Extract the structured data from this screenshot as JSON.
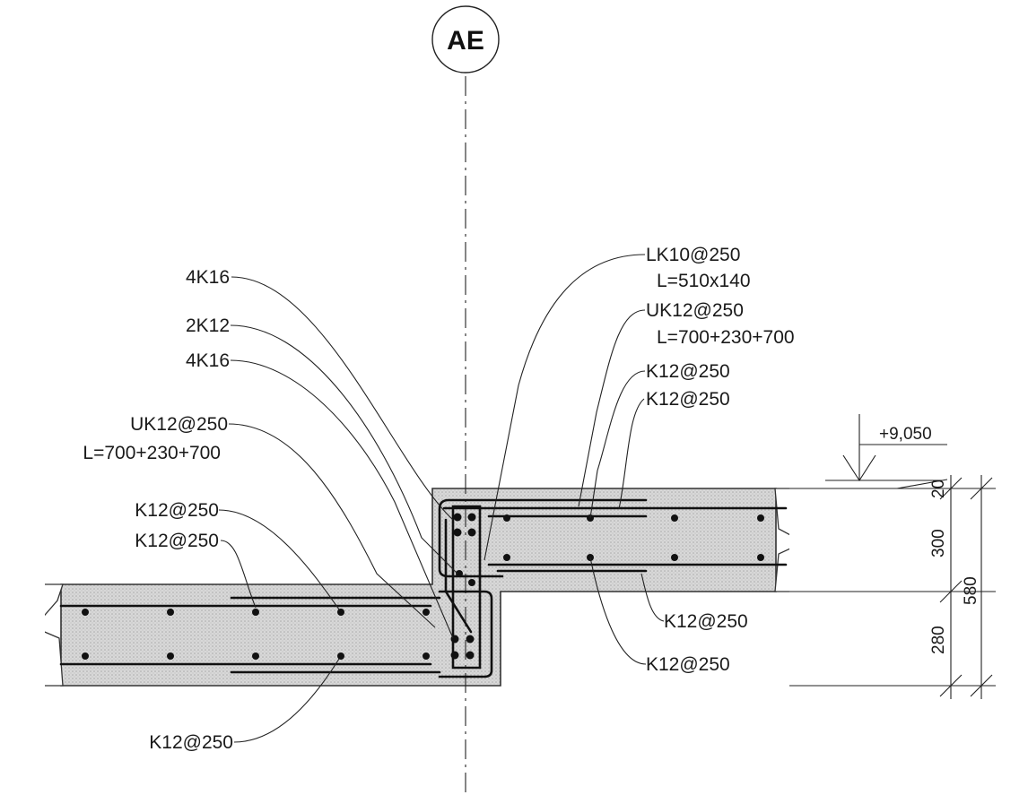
{
  "axis": {
    "label": "AE"
  },
  "labels": {
    "left_4k16_top": "4K16",
    "left_2k12": "2K12",
    "left_4k16_bottom": "4K16",
    "left_uk12": "UK12@250",
    "left_uk12_length": "L=700+230+700",
    "left_k12_a": "K12@250",
    "left_k12_b": "K12@250",
    "left_k12_bottom": "K12@250",
    "right_lk10": "LK10@250",
    "right_lk10_length": "L=510x140",
    "right_uk12": "UK12@250",
    "right_uk12_length": "L=700+230+700",
    "right_k12_a": "K12@250",
    "right_k12_b": "K12@250",
    "right_k12_c": "K12@250",
    "right_k12_d": "K12@250"
  },
  "level": {
    "value": "+9,050"
  },
  "dimensions": {
    "d20": "20",
    "d300": "300",
    "d280": "280",
    "d580": "580"
  }
}
